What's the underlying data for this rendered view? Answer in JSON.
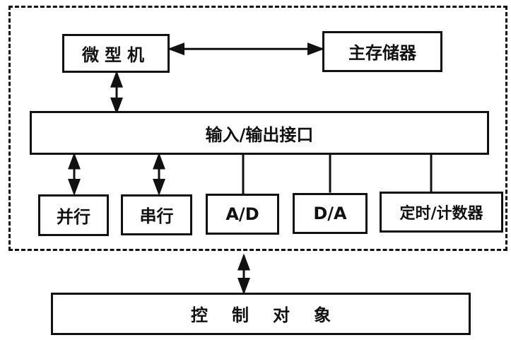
{
  "microcomputer": "微型机",
  "main_memory": "主存储器",
  "io_interface": "输入/输出接口",
  "peripherals": [
    "并行",
    "串行",
    "A/D",
    "D/A",
    "定时/计数器"
  ],
  "control_object": "控制对象"
}
